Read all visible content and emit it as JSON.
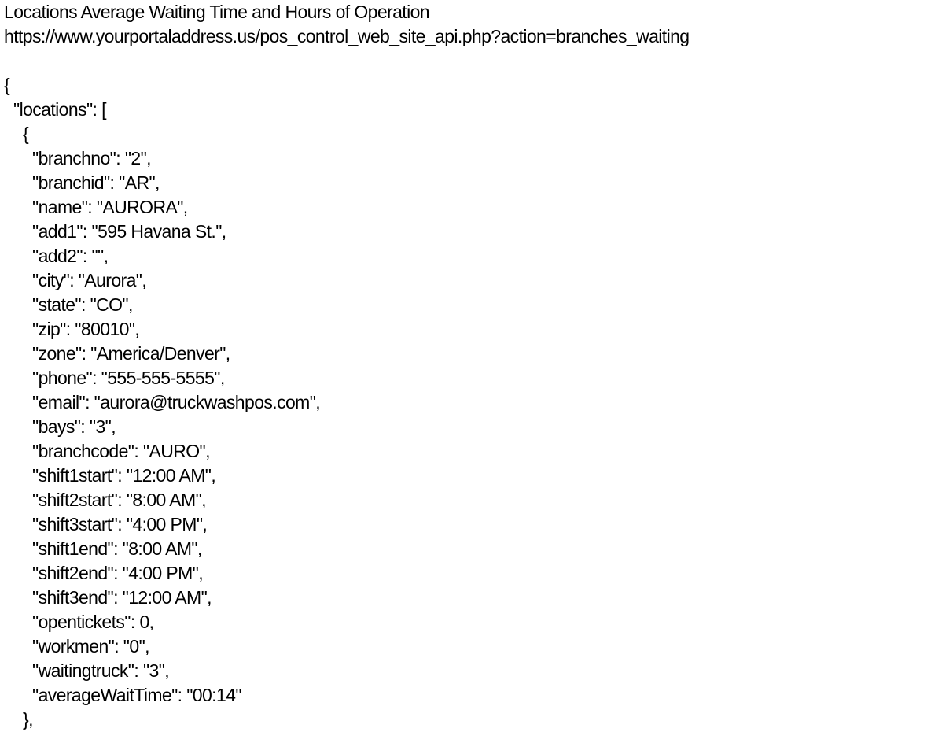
{
  "document": {
    "title": "Locations Average Waiting Time and Hours of Operation",
    "url": "https://www.yourportaladdress.us/pos_control_web_site_api.php?action=branches_waiting"
  },
  "code": {
    "open_brace": "{",
    "locations_key": "\"locations\": [",
    "item_open": "{",
    "fields": [
      "\"branchno\": \"2\",",
      "\"branchid\": \"AR\",",
      "\"name\": \"AURORA\",",
      "\"add1\": \"595 Havana St.\",",
      "\"add2\": \"\",",
      "\"city\": \"Aurora\",",
      "\"state\": \"CO\",",
      "\"zip\": \"80010\",",
      "\"zone\": \"America/Denver\",",
      "\"phone\": \"555-555-5555\",",
      "\"email\": \"aurora@truckwashpos.com\",",
      "\"bays\": \"3\",",
      "\"branchcode\": \"AURO\",",
      "\"shift1start\": \"12:00 AM\",",
      "\"shift2start\": \"8:00 AM\",",
      "\"shift3start\": \"4:00 PM\",",
      "\"shift1end\": \"8:00 AM\",",
      "\"shift2end\": \"4:00 PM\",",
      "\"shift3end\": \"12:00 AM\",",
      "\"opentickets\": 0,",
      "\"workmen\": \"0\",",
      "\"waitingtruck\": \"3\",",
      "\"averageWaitTime\": \"00:14\""
    ],
    "item_close": "},"
  }
}
